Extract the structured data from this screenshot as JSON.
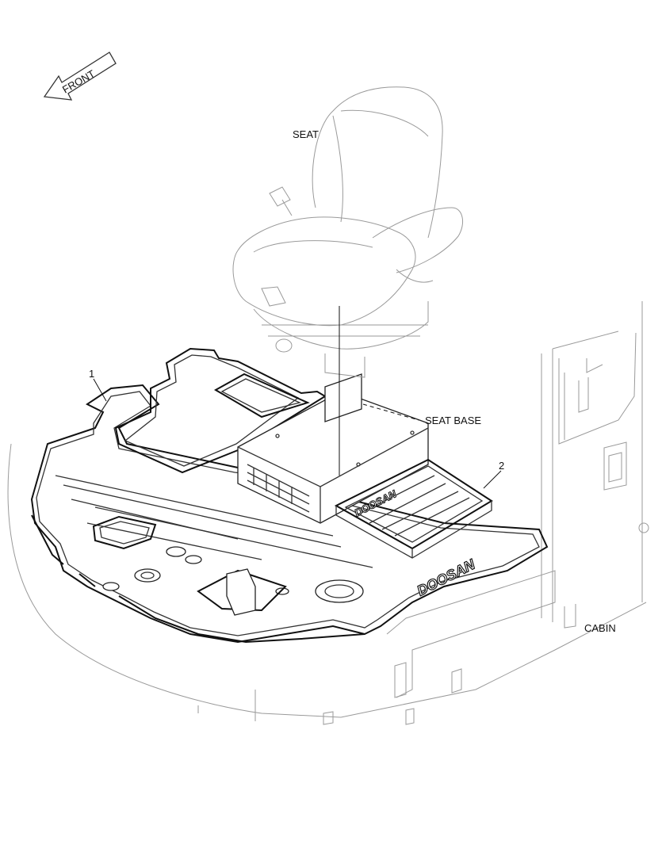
{
  "labels": {
    "front": "FRONT",
    "seat": "SEAT",
    "seat_base": "SEAT BASE",
    "cabin": "CABIN",
    "callout_1": "1",
    "callout_2": "2",
    "logo_mat": "DOOSAN",
    "logo_tray": "DOOSAN"
  },
  "colors": {
    "line": "#111111",
    "ghost_line": "#9a9a9a",
    "background": "#ffffff"
  }
}
